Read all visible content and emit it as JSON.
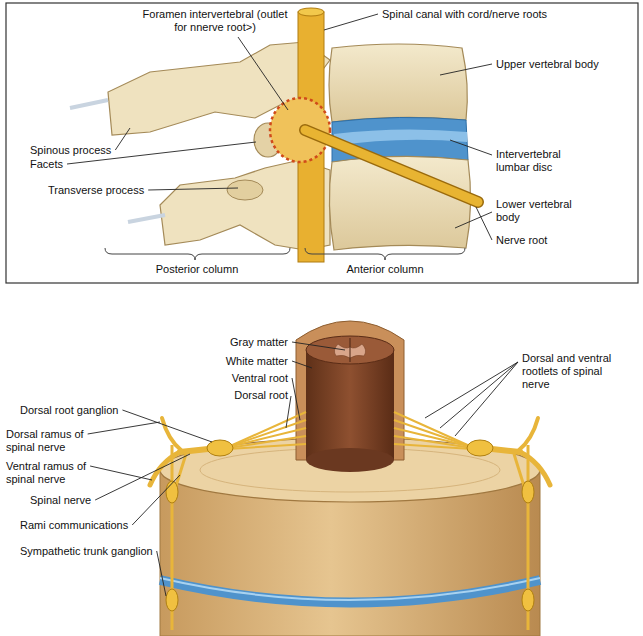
{
  "diagram": {
    "labels": [
      "Spinal canal with cord/nerve roots",
      "Foramen intervertebral (outlet for nnerve root>)",
      "Upper vertebral body",
      "Spinous process",
      "Facets",
      "Transverse process",
      "Intervertebral lumbar disc",
      "Lower vertebral body",
      "Nerve root",
      "Posterior column",
      "Anterior column",
      "Gray matter",
      "White matter",
      "Ventral root",
      "Dorsal root",
      "Dorsal and ventral rootlets of spinal nerve",
      "Dorsal root ganglion",
      "Dorsal ramus of spinal nerve",
      "Ventral ramus of spinal nerve",
      "Spinal nerve",
      "Rami communications",
      "Sympathetic trunk ganglion"
    ]
  }
}
